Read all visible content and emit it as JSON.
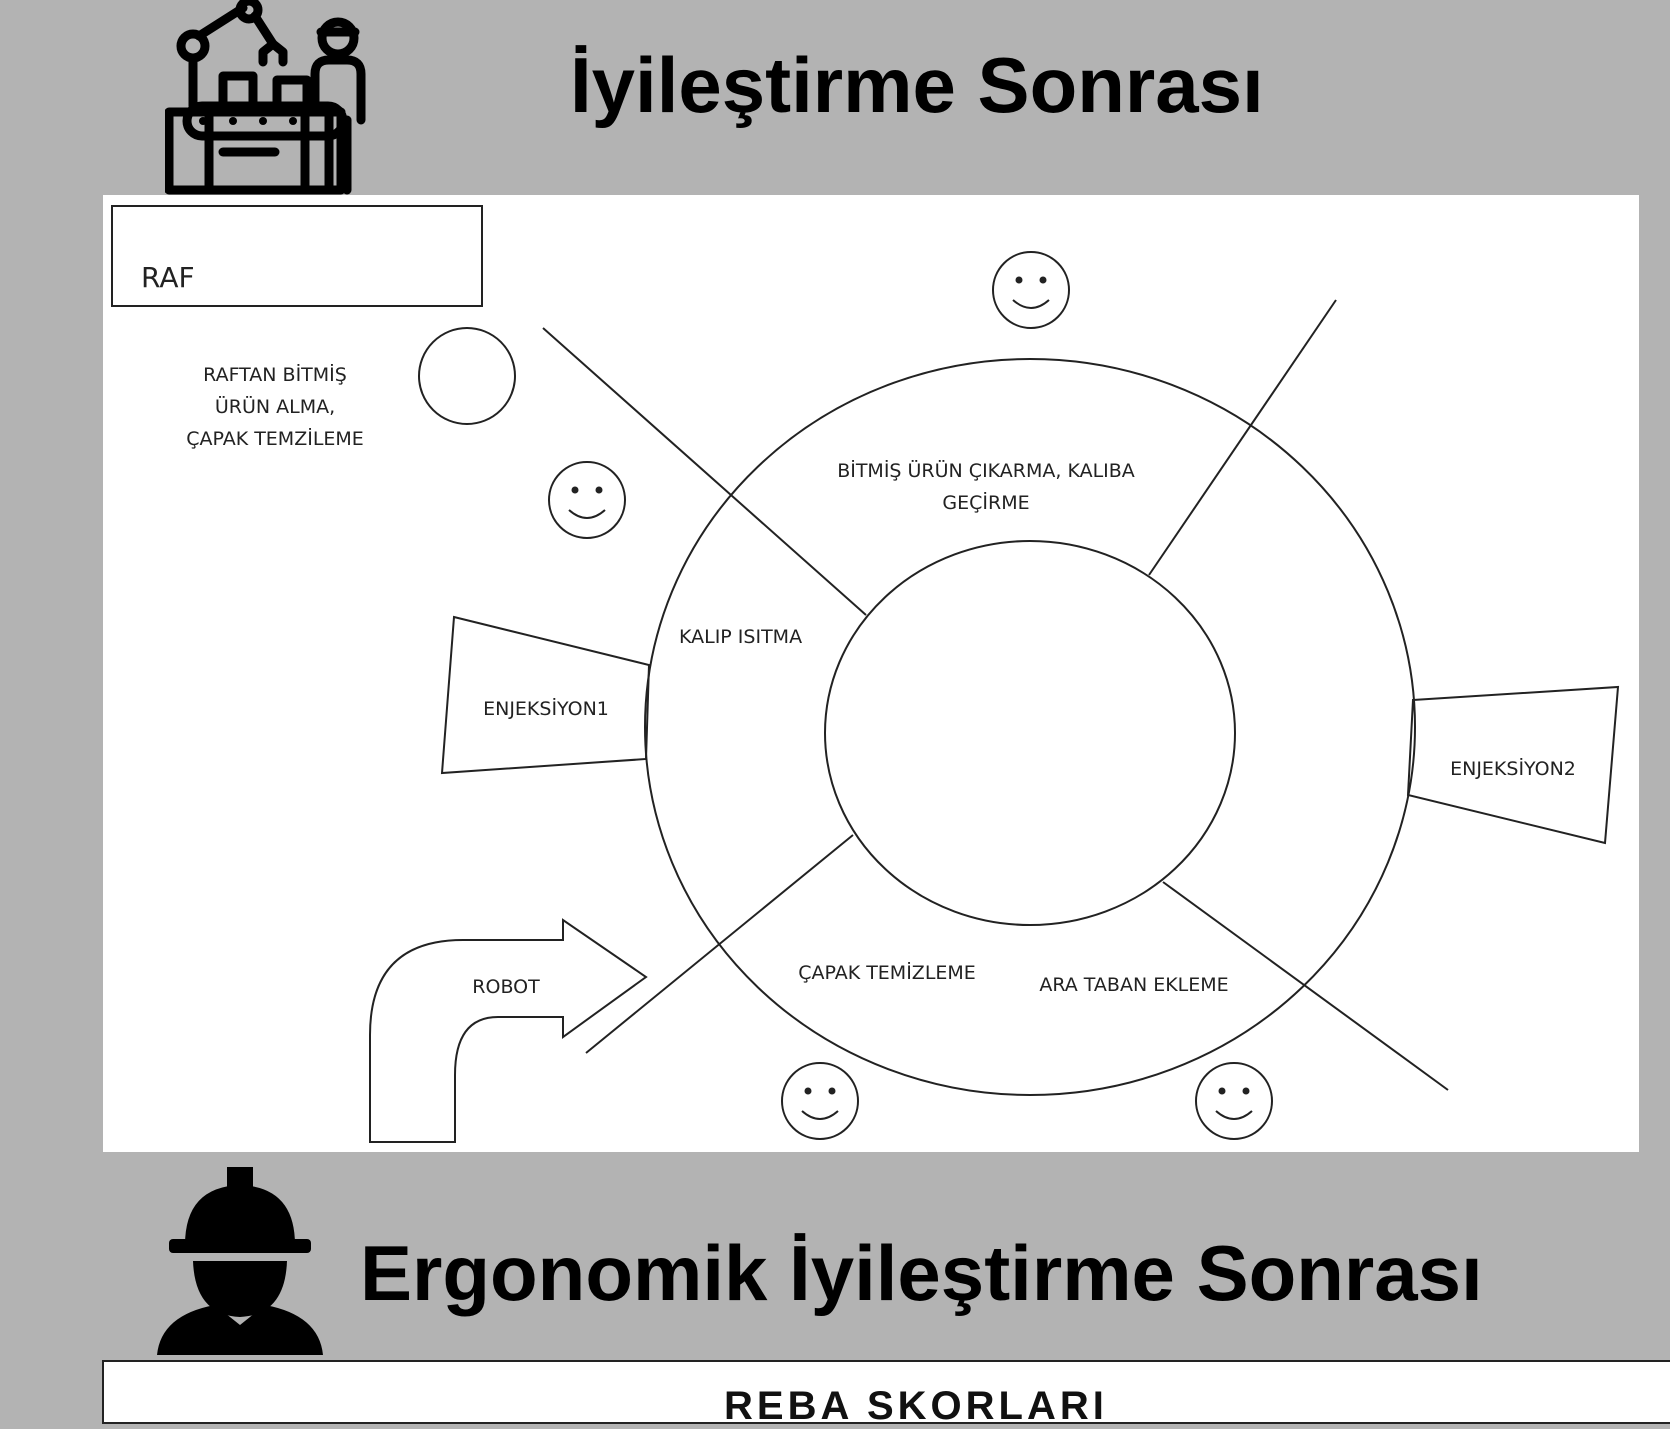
{
  "header": {
    "title": "İyileştirme Sonrası",
    "icon": "robot-arm-worker-icon"
  },
  "diagram": {
    "raf_label": "RAF",
    "rack_task_lines": [
      "RAFTAN BİTMİŞ",
      "ÜRÜN ALMA,",
      "ÇAPAK TEMZİLEME"
    ],
    "stations": {
      "bitmis_lines": [
        "BİTMİŞ ÜRÜN ÇIKARMA, KALIBA",
        "GEÇİRME"
      ],
      "kalip_isitma": "KALIP ISITMA",
      "capak_temizleme": "ÇAPAK TEMİZLEME",
      "ara_taban_ekleme": "ARA TABAN EKLEME"
    },
    "machines": {
      "enjeksiyon1": "ENJEKSİYON1",
      "enjeksiyon2": "ENJEKSİYON2"
    },
    "robot_label": "ROBOT",
    "worker_icon": "smiley-face-icon"
  },
  "section2": {
    "title": "Ergonomik İyileştirme Sonrası",
    "icon": "worker-helmet-icon"
  },
  "bottom_panel": {
    "visible_text": "REBA SKORLARI"
  }
}
